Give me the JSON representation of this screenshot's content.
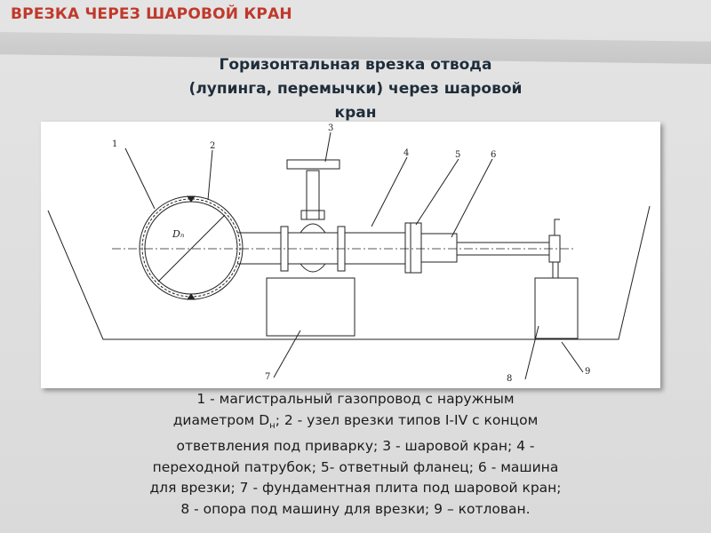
{
  "slide": {
    "title": "ВРЕЗКА ЧЕРЕЗ ШАРОВОЙ КРАН",
    "heading_lines": [
      "Горизонтальная врезка отвода",
      "(лупинга, перемычки) через шаровой",
      "кран"
    ]
  },
  "diagram": {
    "labels": [
      "1",
      "2",
      "3",
      "4",
      "5",
      "6",
      "7",
      "8",
      "9"
    ],
    "diameter_symbol": "Dₙ"
  },
  "caption": {
    "line1": "1 - магистральный газопровод с наружным",
    "line2_a": "диаметром D",
    "line2_sub": "н",
    "line2_b": "; 2 - узел врезки типов I-IV с концом",
    "line3": "ответвления под приварку; 3 - шаровой кран; 4 -",
    "line4": "переходной патрубок; 5- ответный фланец; 6 - машина",
    "line5": "для врезки; 7 - фундаментная плита под шаровой кран;",
    "line6": "8 - опора под машину для врезки; 9 – котлован."
  },
  "colors": {
    "title": "#c0392b",
    "heading": "#1f2d3a",
    "background": "#dcdcdc"
  }
}
